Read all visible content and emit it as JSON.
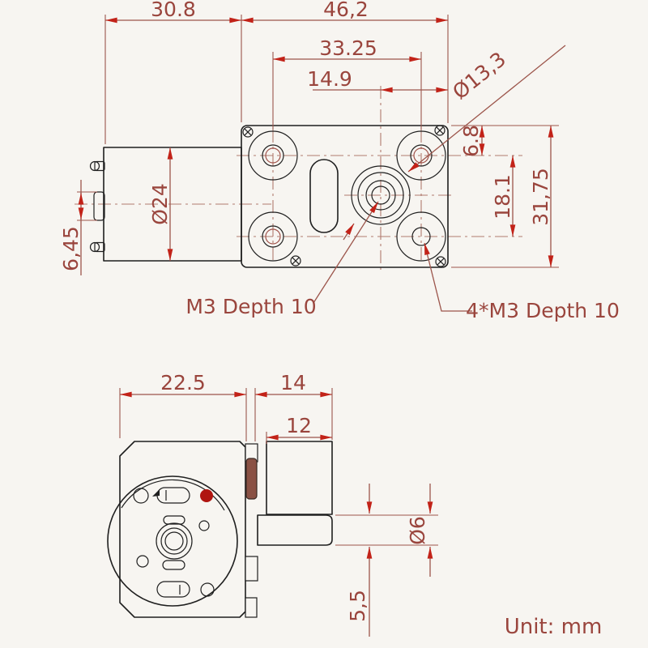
{
  "unit_note": "Unit: mm",
  "top_view": {
    "dimensions": {
      "motor_length": "30.8",
      "gearbox_length": "46,2",
      "hole_spacing_x": "33.25",
      "shaft_to_edge": "14.9",
      "boss_diameter": "Ø13,3",
      "motor_diameter": "Ø24",
      "terminal_boss_height": "6,45",
      "hole_offset_top": "6.8",
      "hole_spacing_y": "18.1",
      "plate_width": "31,75"
    },
    "notes": {
      "center_thread": "M3 Depth 10",
      "corner_threads": "4*M3 Depth 10"
    }
  },
  "side_view": {
    "dimensions": {
      "body_width": "22.5",
      "shaft_total_protrusion": "14",
      "shaft_length": "12",
      "shaft_diameter": "Ø6",
      "shaft_flat": "5,5"
    }
  },
  "colors": {
    "dimension_line": "#9c554b",
    "arrow": "#c22218",
    "label_text": "#9a453d",
    "geometry": "#1f1f1f",
    "marker_dot": "#b01510",
    "background": "#f7f5f1"
  }
}
